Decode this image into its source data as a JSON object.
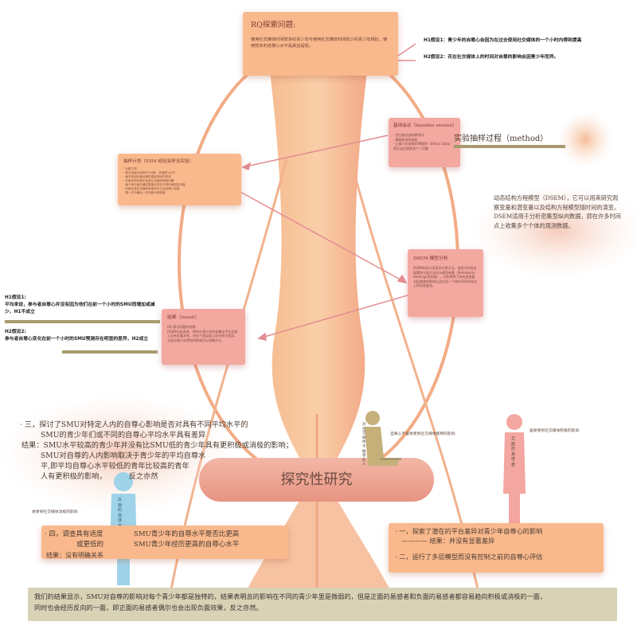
{
  "rq": {
    "title": "RQ探索问题:",
    "text": "使用社交媒体时间较多的青少年与使用社交媒体时间较少的青少年相比，使用较多的自尊心水平是高还是低。"
  },
  "hypotheses": {
    "h1": "H1假设1：青少年的自尊心会因为在过去使用社交媒体的一个小时内得到提高",
    "h2": "H2假设2：花在社交媒体上的时间对自尊的影响会因青少年而异。"
  },
  "baseline": {
    "title": "基线会议（baseline session）",
    "lines": [
      "· 完全被试自的教师计",
      "· 事前研读的资料",
      "· 让青少年安装ESM程序（Ethica Data）",
      "  然后去回答各项个人问题"
    ]
  },
  "method_label": "实验抽样过程（method）",
  "esm": {
    "title": "抽样计划（ESM 经验采样法实验）",
    "lines": [
      "· 为期三周",
      "· 参与者每天收到6个问卷，总接受126个",
      "· 每次收到问卷后需在规定时间内完成",
      "· 在每天的问卷中包含社交媒体使用问题",
      "· 每个参与者可通过智能手机在不同时间回答问卷",
      "· 问卷包含社交媒体使用时长以及自尊心测量",
      "· 第一次与最后一次问卷分别测量"
    ]
  },
  "dsem": {
    "title": "DSEM 模型分析",
    "text": "DSEM的设计采用贝叶斯方法，使用马尔科夫链蒙特卡洛方法估计模型参数（Metropolis-Hastings采样器）。分析考察了所有自变量对因变量的影响以及在同一个体内不同时间点上的动态变化。"
  },
  "dsem_desc": "动态结构方程模型（DSEM），它可以用来研究观察变量和潜变量以及结构方程模型随时间的演变。DSEM适用于分析密集型纵向数据，即在许多时间点上收集多个个体的观测数据。",
  "result": {
    "title": "结果（result）",
    "lines": [
      "RQ 探讨问题的结果:",
      "DSEM分析表明，SMU与青少年的自尊水平在总体上没有显著关系，但在个体层面上存在很大差异，",
      "大部分青少年受到的影响可以忽略不计。"
    ]
  },
  "h1_result": {
    "title": "H1假设1:",
    "text": "平均来说，参与者自尊心并没有因为他们在前一个小时的SMU而增加或减少，H1不成立"
  },
  "h2_result": {
    "title": "H2假设2:",
    "text": "参与者自尊心变化在前一个小时的SMU预测存在明显的差异，H2成立"
  },
  "left_block": {
    "l1": "· 三，探讨了SMU对特定人内的自尊心影响是否对具有不同平均水平的",
    "l2": "SMU的青少年们或不同的自尊心平均水平具有差异",
    "l3": "结果：SMU水平较高的青少年并没有比SMU低的青少年具有更积极或消极的影响；",
    "l4": "SMU对自尊的人内影响取决于青少年的平均自尊水",
    "l5": "平,即平均自尊心水平较低的青年比较高的青年",
    "l6": "人有更积极的影响，",
    "l6b": "反之亦然"
  },
  "center": "探究性研究",
  "figures": {
    "sitting_label": "自尊心不容易受到社交媒体使用的影响",
    "sitting_vertical": "对社交媒体不敏感的人",
    "standing_label": "容易受到社交媒体积极的影响",
    "standing_vertical": "正面的易感者",
    "blue_label": "易受到社交媒体消极的影响",
    "blue_vertical": "反面的易感者"
  },
  "four": {
    "l1": "· 四，调查具有适度",
    "l1b": "SMU青少年的自尊水平是否比更高",
    "l2": "或更低的",
    "l2b": "SMU青少年经历更高的自尊心水平",
    "result": "结果：没有明确关系"
  },
  "right_bottom": {
    "one": "· 一，探索了潜在的平台差异对青少年自尊心的影响",
    "one_res": "———— 结果：并没有显著差异",
    "two": "· 二，运行了多层模型而没有控制之前的自尊心评估"
  },
  "bottom": {
    "l1": "我们的结果显示，SMU对自尊的影响对每个青少年都是独特的，结果表明总的影响在不同的青少年里是微弱的，但是正面的易感者和负面的易感者都容易趋向积极或消极的一面，",
    "l2": "同时也会经历反向的一面，即正面的易感者偶尔也会出现负面效果，反之亦然。"
  }
}
